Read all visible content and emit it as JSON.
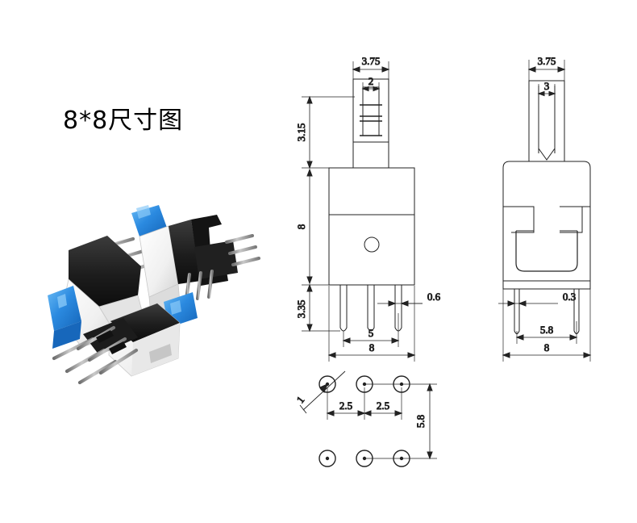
{
  "page": {
    "background_color": "#ffffff",
    "title": "8*8尺寸图"
  },
  "photo": {
    "name": "tactile-switch-product-photo",
    "alt_label": "8*8 self-locking tactile push button switches",
    "colors": {
      "cap_blue": "#2e8fe0",
      "cap_blue_dark": "#1c6fc0",
      "cap_blue_light": "#63b4f0",
      "body_white": "#f2f2f2",
      "body_white_shade": "#d9d9d9",
      "top_black": "#1a1a1a",
      "top_black_light": "#3a3a3a",
      "pin_metal": "#8a8a8a",
      "pin_metal_light": "#c4c4c4",
      "pin_dark": "#5a5a5a"
    },
    "units": [
      {
        "label": "switch-left",
        "cap": "blue",
        "orientation": "side-left"
      },
      {
        "label": "switch-right",
        "cap": "blue",
        "orientation": "back-right"
      },
      {
        "label": "switch-bottom",
        "cap": "blue",
        "orientation": "front-bottom"
      }
    ]
  },
  "drawings": {
    "front_view": {
      "name": "front-view-drawing",
      "dimensions": {
        "plunger_width": "3.75",
        "plunger_inner_width": "2",
        "plunger_height": "3.15",
        "body_height": "8",
        "pin_length": "3.35",
        "pin_thickness": "0.6",
        "pin_span": "5",
        "body_width": "8"
      }
    },
    "side_view": {
      "name": "side-view-drawing",
      "dimensions": {
        "plunger_width": "3.75",
        "plunger_inner_width": "3",
        "pin_thickness": "0.3",
        "pin_span": "5.8",
        "body_width": "8"
      }
    },
    "footprint": {
      "name": "pcb-footprint-drawing",
      "dimensions": {
        "pitch_1": "2.5",
        "pitch_2": "2.5",
        "row_spacing": "5.8",
        "hole_callout": "1"
      },
      "pad_rows": 2,
      "pads_per_row": 3
    }
  }
}
